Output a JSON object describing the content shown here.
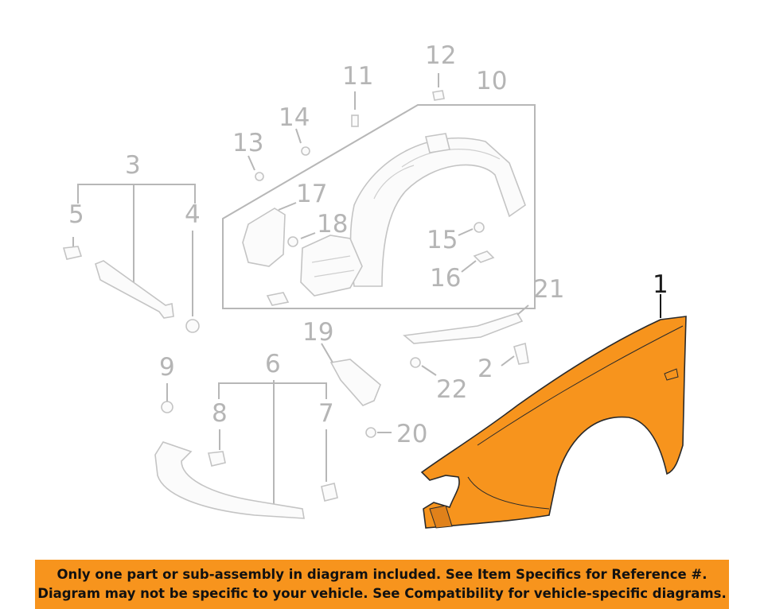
{
  "diagram": {
    "callouts": {
      "c1": "1",
      "c2": "2",
      "c3": "3",
      "c4": "4",
      "c5": "5",
      "c6": "6",
      "c7": "7",
      "c8": "8",
      "c9": "9",
      "c10": "10",
      "c11": "11",
      "c12": "12",
      "c13": "13",
      "c14": "14",
      "c15": "15",
      "c16": "16",
      "c17": "17",
      "c18": "18",
      "c19": "19",
      "c20": "20",
      "c21": "21",
      "c22": "22"
    },
    "highlight_color": "#f7941d",
    "part_line_color": "#c4c4c4"
  },
  "banner": {
    "line1": "Only one part or sub-assembly in diagram included. See Item Specifics for Reference #.",
    "line2": "Diagram may not be specific to your vehicle. See Compatibility for vehicle-specific diagrams.",
    "color": "#f7941d"
  }
}
